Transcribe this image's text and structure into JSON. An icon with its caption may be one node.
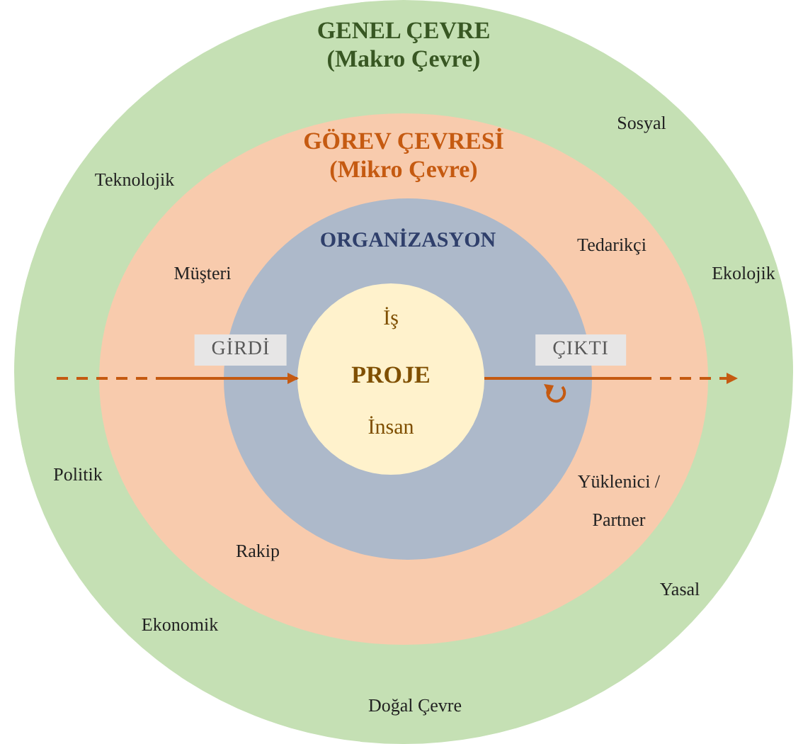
{
  "diagram": {
    "nodes": [
      {
        "text": [
          "GENEL ÇEVRE (Makro Çevre)"
        ]
      },
      {
        "text": [
          "GÖREV ÇEVRESİ (Mikro Çevre)"
        ],
        "in": 0
      },
      {
        "text": [
          "ORGANİZASYON"
        ],
        "in": 1
      },
      {
        "text": [
          "İş",
          "PROJE",
          "İnsan"
        ],
        "in": 2
      }
    ],
    "edges": [
      {
        "from": null,
        "to": 3,
        "arrow": "to",
        "label": "GİRDİ"
      },
      {
        "from": 3,
        "to": null,
        "arrow": "to",
        "label": "ÇIKTI"
      }
    ],
    "labels": [
      "Sosyal",
      "Teknolojik",
      "Tedarikçi",
      "Müşteri",
      "Ekolojik",
      "Politik",
      "Yüklenici / Partner",
      "Rakip",
      "Yasal",
      "Ekonomik",
      "Doğal Çevre"
    ]
  }
}
